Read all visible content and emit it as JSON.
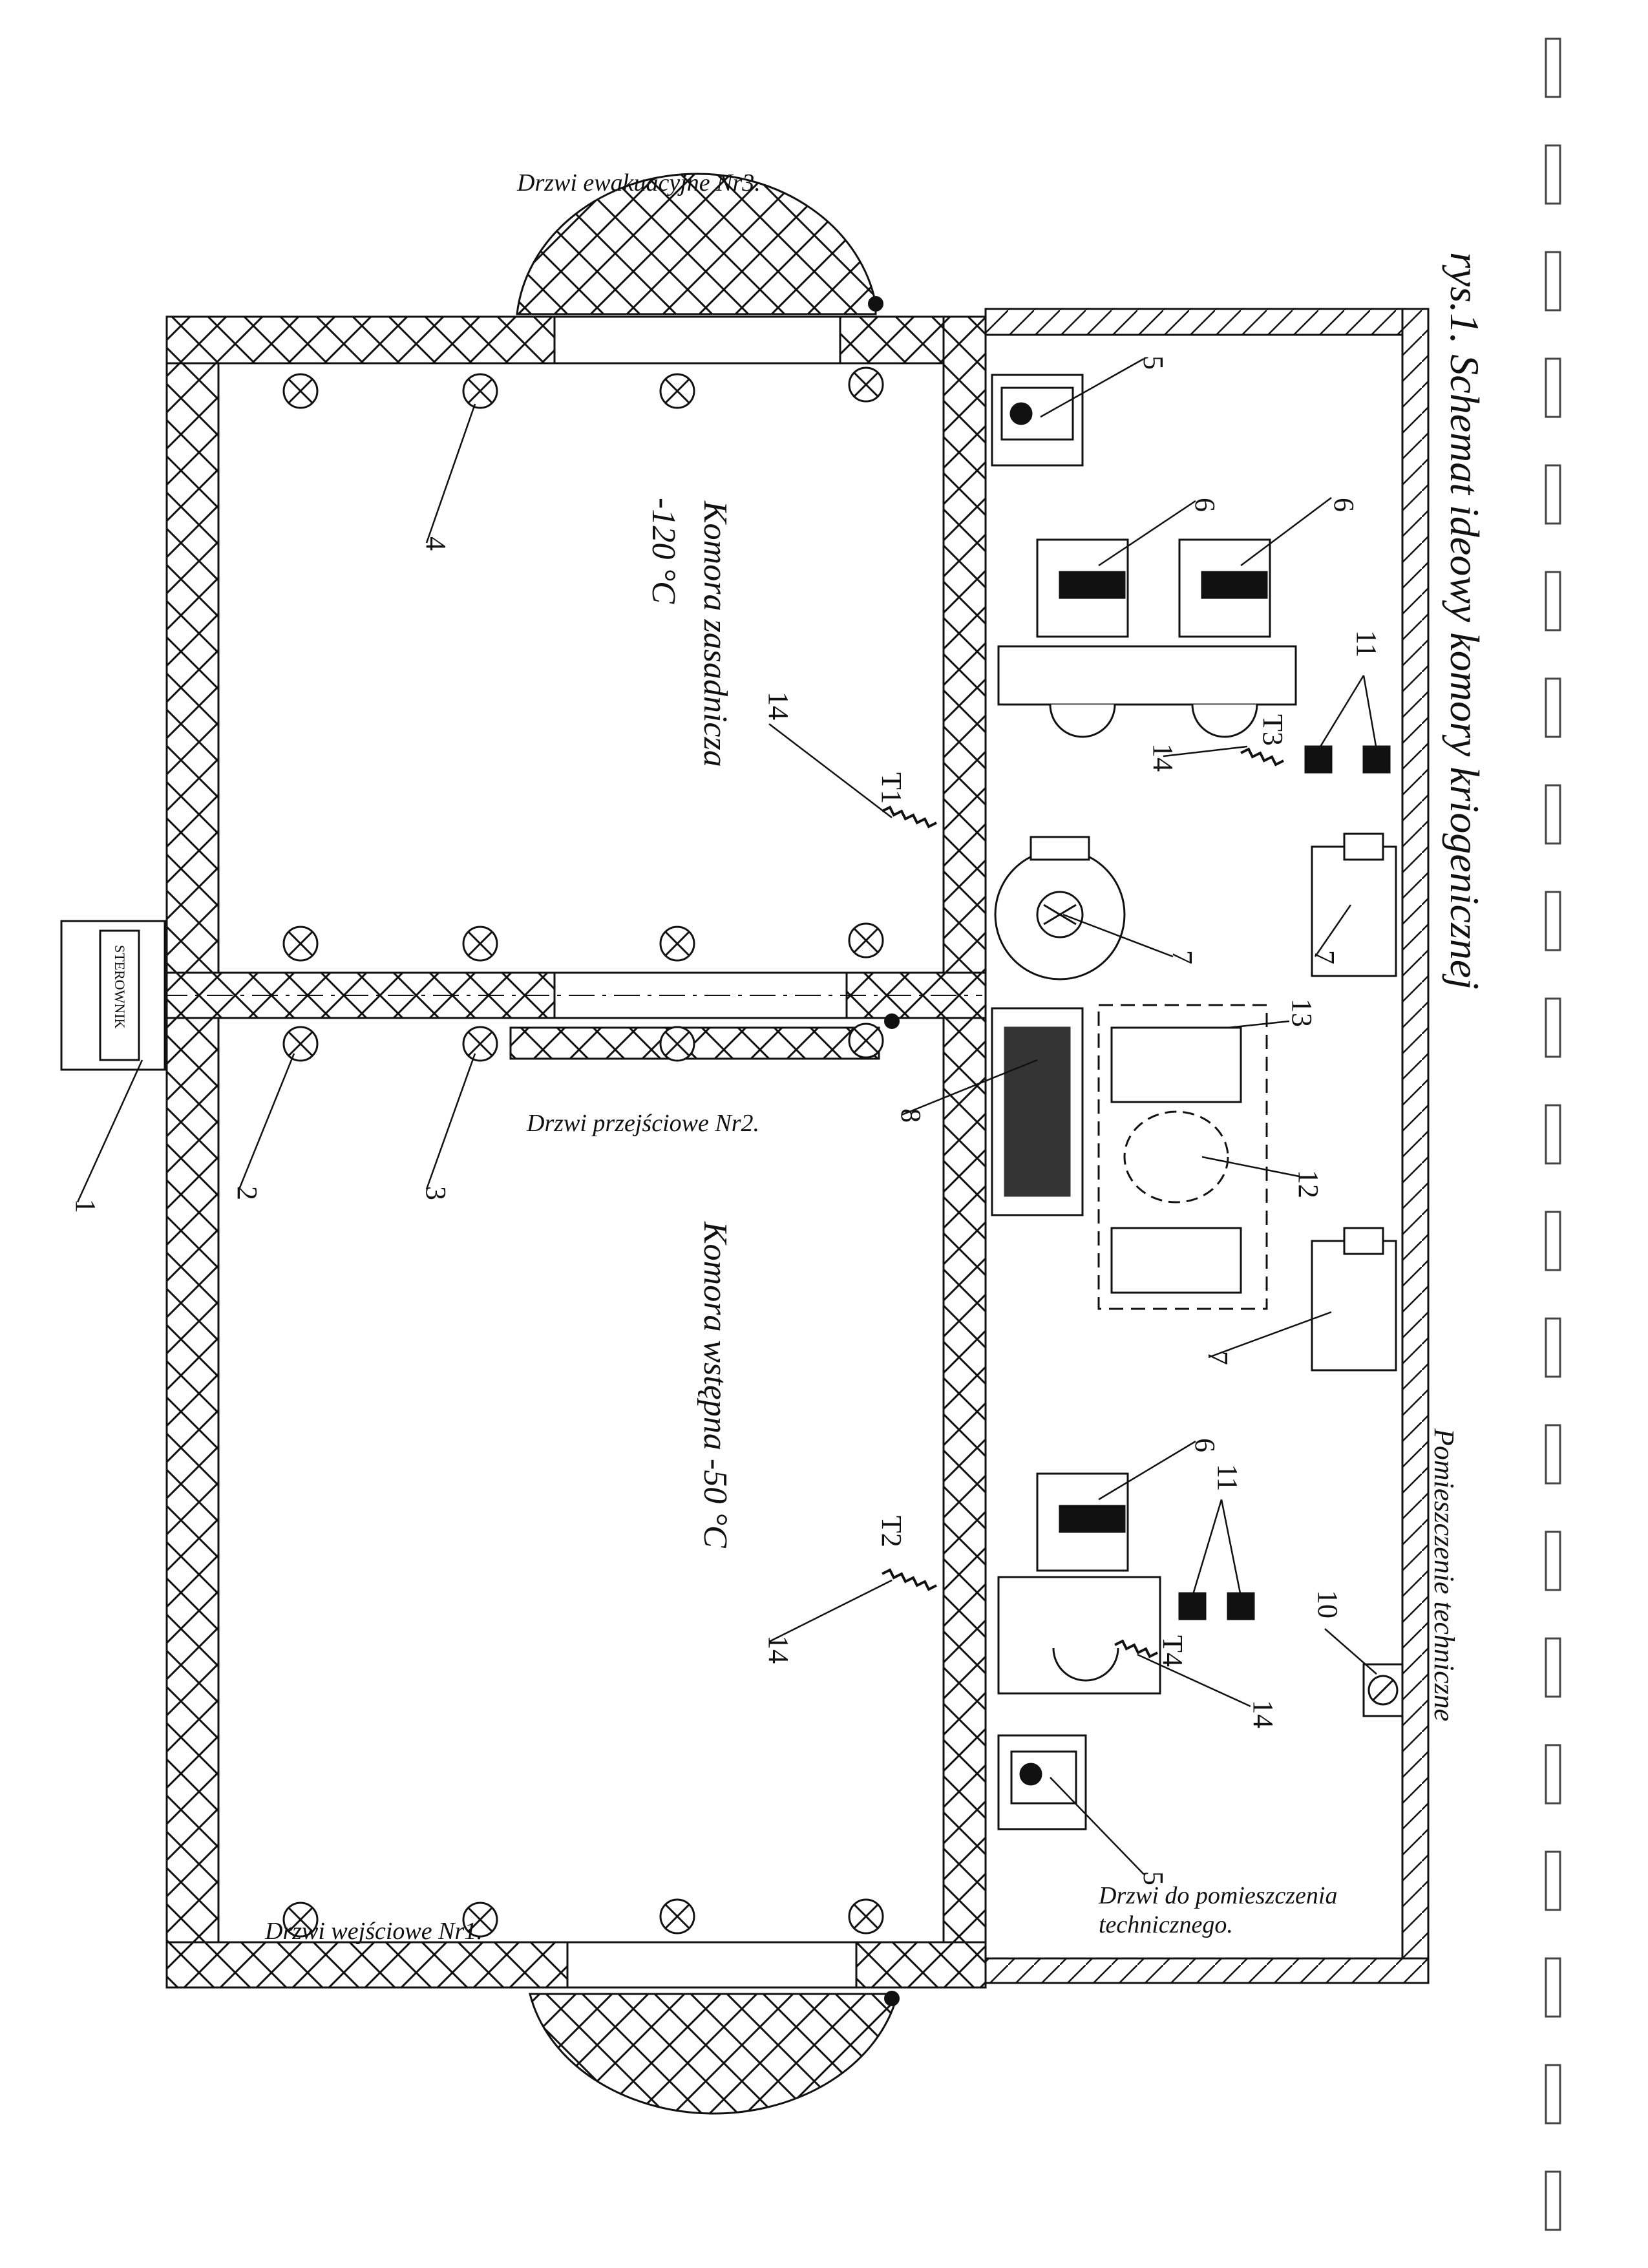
{
  "title": "rys.1. Schemat ideowy komory kriogenicznej",
  "rooms": {
    "main_chamber": {
      "name": "Komora zasadnicza",
      "temp": "-120 °C"
    },
    "pre_chamber": {
      "name": "Komora wstępna  -50 °C"
    },
    "technical_room": "Pomieszczenie techniczne"
  },
  "doors": {
    "evacuation": "Drzwi ewakuacyjne  Nr3.",
    "transition": "Drzwi przejściowe  Nr2.",
    "entrance": "Drzwi wejściowe  Nr1.",
    "technical_line1": "Drzwi do pomieszczenia",
    "technical_line2": "technicznego."
  },
  "controller_label": "STEROWNIK",
  "callouts": {
    "c1": "1",
    "c2": "2",
    "c3": "3",
    "c4": "4",
    "c5a": "5",
    "c5b": "5",
    "c6a": "6",
    "c6b": "6",
    "c6c": "6",
    "c7a": "7",
    "c7b": "7",
    "c7c": "7",
    "c8": "8",
    "c10": "10",
    "c11a": "11",
    "c11b": "11",
    "c12": "12",
    "c13": "13",
    "c14a": "14",
    "c14b": "14",
    "c14c": "14",
    "c14d": "14"
  },
  "sensors": {
    "t1": "T1",
    "t2": "T2",
    "t3": "T3",
    "t4": "T4"
  }
}
